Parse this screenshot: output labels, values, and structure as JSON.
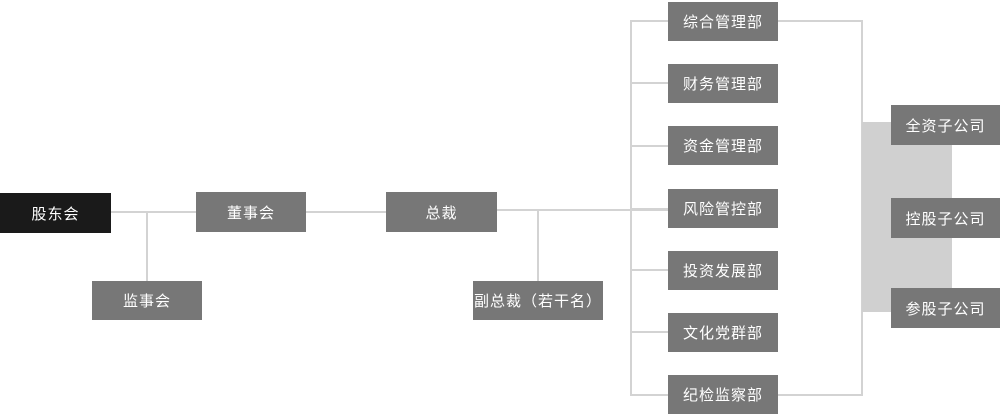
{
  "chart": {
    "type": "org-chart",
    "nodes": {
      "shareholders": "股东会",
      "supervisory_board": "监事会",
      "board_of_directors": "董事会",
      "president": "总裁",
      "vice_presidents": "副总裁（若干名）",
      "departments": [
        "综合管理部",
        "财务管理部",
        "资金管理部",
        "风险管控部",
        "投资发展部",
        "文化党群部",
        "纪检监察部"
      ],
      "subsidiaries": [
        "全资子公司",
        "控股子公司",
        "参股子公司"
      ]
    },
    "colors": {
      "primary_node_bg": "#1a1a1a",
      "secondary_node_bg": "#777777",
      "node_text": "#ffffff",
      "connector_line": "#d3d3d3",
      "subsidiary_group_block": "#d0d0d0",
      "background": "#ffffff"
    }
  }
}
